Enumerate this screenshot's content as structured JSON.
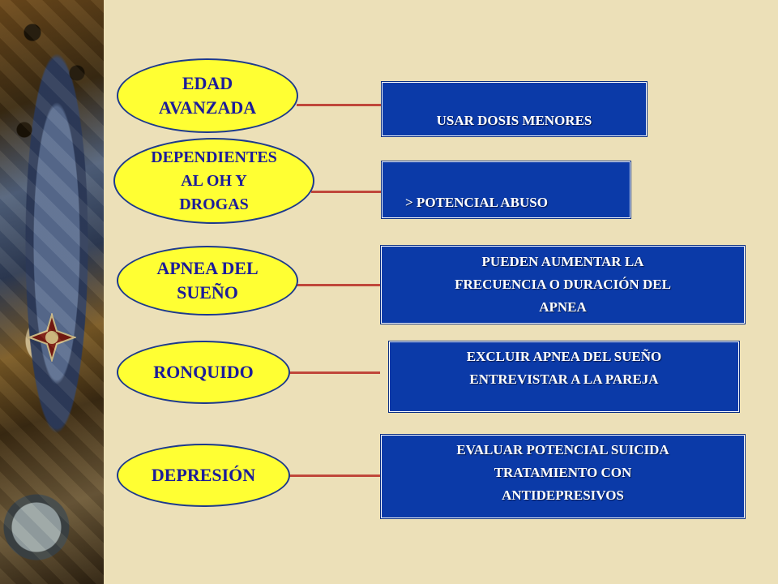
{
  "colors": {
    "background": "#ece0b8",
    "oval_fill": "#ffff33",
    "oval_text": "#1c1c9a",
    "box_fill": "#0b3aa8",
    "box_text": "#ffffff",
    "connector": "#c0473a"
  },
  "rows": [
    {
      "condition": "EDAD\nAVANZADA",
      "recommendation": "USAR DOSIS MENORES"
    },
    {
      "condition": "DEPENDIENTES\nAL OH Y\nDROGAS",
      "recommendation": "> POTENCIAL ABUSO"
    },
    {
      "condition": "APNEA DEL\nSUEÑO",
      "recommendation": "PUEDEN AUMENTAR LA\nFRECUENCIA O DURACIÓN DEL\nAPNEA"
    },
    {
      "condition": "RONQUIDO",
      "recommendation": "EXCLUIR APNEA DEL SUEÑO\nENTREVISTAR A LA PAREJA"
    },
    {
      "condition": "DEPRESIÓN",
      "recommendation": "EVALUAR POTENCIAL SUICIDA\nTRATAMIENTO CON\nANTIDEPRESIVOS"
    }
  ]
}
